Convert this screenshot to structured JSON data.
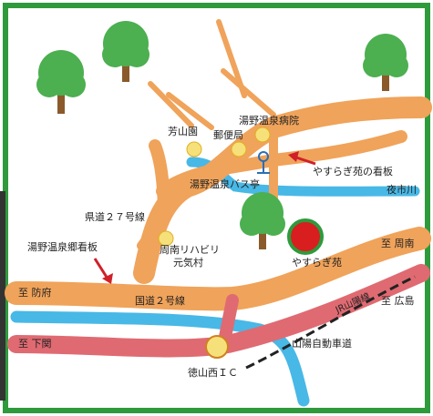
{
  "labels": {
    "hoshien": "芳山園",
    "post_office": "郵便局",
    "hospital": "湯野温泉病院",
    "yasuragien_sign": "やすらぎ苑の看板",
    "bus_stop": "湯野温泉バス亭",
    "yaichi_river": "夜市川",
    "prefectural_road": "県道２７号線",
    "yuno_sign": "湯野温泉郷看板",
    "rehab": "周南リハビリ\n元気村",
    "yasuragien": "やすらぎ苑",
    "to_shunan": "至 周南",
    "to_hofu": "至 防府",
    "national_route": "国道２号線",
    "jr_line": "JR山陽線",
    "to_hiroshima": "至 広島",
    "to_shimonoseki": "至 下関",
    "expressway": "山陽自動車道",
    "tokuyama_ic": "徳山西ＩＣ"
  },
  "colors": {
    "frame": "#2e9a3c",
    "background": "#ffffff",
    "road": "#f0a35a",
    "river": "#48b8e6",
    "expressway": "#e06a72",
    "railway": "#222222",
    "landmark": "#f6e07a",
    "destination": "#d81e1e",
    "destination_ring": "#2e9a3c",
    "tree_foliage": "#4caf50",
    "tree_trunk": "#8b5a2b",
    "arrow": "#d0202a",
    "bus_stop_pin": "#2a6fb5"
  }
}
